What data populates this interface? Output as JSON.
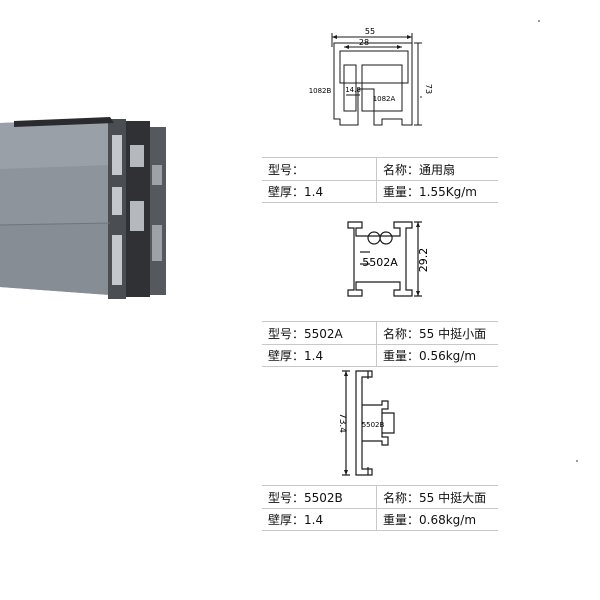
{
  "profiles": [
    {
      "drawing": {
        "dim_top": "55",
        "dim_inner": "28",
        "dim_gap": "14.8",
        "dim_height": "73",
        "label_left": "1082B",
        "label_center": "1082A"
      },
      "model_label": "型号：",
      "model_value": "",
      "name_label": "名称：",
      "name_value": "通用扇",
      "thickness_label": "壁厚：",
      "thickness_value": "1.4",
      "weight_label": "重量：",
      "weight_value": "1.55Kg/m"
    },
    {
      "drawing": {
        "code": "5502A",
        "dim_height": "29.2"
      },
      "model_label": "型号：",
      "model_value": "5502A",
      "name_label": "名称：",
      "name_value": "55 中挺小面",
      "thickness_label": "壁厚：",
      "thickness_value": "1.4",
      "weight_label": "重量：",
      "weight_value": "0.56kg/m"
    },
    {
      "drawing": {
        "code": "5502B",
        "dim_height": "73.4"
      },
      "model_label": "型号：",
      "model_value": "5502B",
      "name_label": "名称：",
      "name_value": "55 中挺大面",
      "thickness_label": "壁厚：",
      "thickness_value": "1.4",
      "weight_label": "重量：",
      "weight_value": "0.68kg/m"
    }
  ],
  "colors": {
    "frame_gray": "#8e949c",
    "frame_dark": "#3a3c40",
    "line": "#1a1a1a"
  }
}
